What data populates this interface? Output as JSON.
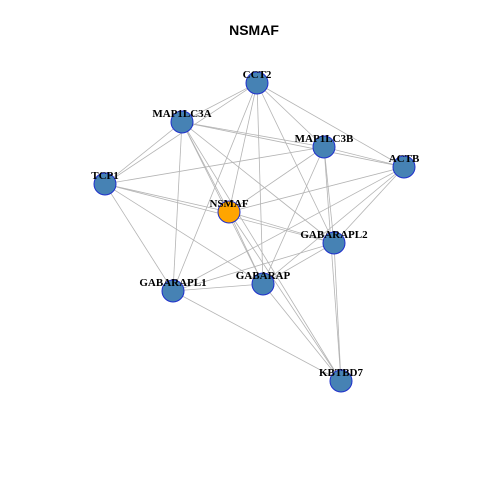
{
  "title": "NSMAF",
  "colors": {
    "center_node": "#FFA500",
    "node": "#4682B4",
    "node_stroke": "#1F2FCC",
    "edge": "#B4B4B4"
  },
  "nodes": [
    {
      "id": "NSMAF",
      "label": "NSMAF",
      "center": true
    },
    {
      "id": "CCT2",
      "label": "CCT2"
    },
    {
      "id": "MAP1LC3A",
      "label": "MAP1LC3A"
    },
    {
      "id": "MAP1LC3B",
      "label": "MAP1LC3B"
    },
    {
      "id": "ACTB",
      "label": "ACTB"
    },
    {
      "id": "TCP1",
      "label": "TCP1"
    },
    {
      "id": "GABARAPL2",
      "label": "GABARAPL2"
    },
    {
      "id": "GABARAPL1",
      "label": "GABARAPL1"
    },
    {
      "id": "GABARAP",
      "label": "GABARAP"
    },
    {
      "id": "KBTBD7",
      "label": "KBTBD7"
    }
  ],
  "edges": [
    [
      "CCT2",
      "MAP1LC3A"
    ],
    [
      "CCT2",
      "MAP1LC3B"
    ],
    [
      "CCT2",
      "ACTB"
    ],
    [
      "CCT2",
      "TCP1"
    ],
    [
      "CCT2",
      "NSMAF"
    ],
    [
      "CCT2",
      "GABARAPL2"
    ],
    [
      "CCT2",
      "GABARAPL1"
    ],
    [
      "CCT2",
      "GABARAP"
    ],
    [
      "MAP1LC3A",
      "MAP1LC3B"
    ],
    [
      "MAP1LC3A",
      "ACTB"
    ],
    [
      "MAP1LC3A",
      "NSMAF"
    ],
    [
      "MAP1LC3A",
      "GABARAPL2"
    ],
    [
      "MAP1LC3A",
      "GABARAPL1"
    ],
    [
      "MAP1LC3A",
      "GABARAP"
    ],
    [
      "MAP1LC3A",
      "KBTBD7"
    ],
    [
      "MAP1LC3A",
      "TCP1"
    ],
    [
      "MAP1LC3B",
      "ACTB"
    ],
    [
      "MAP1LC3B",
      "TCP1"
    ],
    [
      "MAP1LC3B",
      "NSMAF"
    ],
    [
      "MAP1LC3B",
      "GABARAPL2"
    ],
    [
      "MAP1LC3B",
      "GABARAP"
    ],
    [
      "MAP1LC3B",
      "KBTBD7"
    ],
    [
      "ACTB",
      "NSMAF"
    ],
    [
      "ACTB",
      "GABARAPL2"
    ],
    [
      "ACTB",
      "GABARAPL1"
    ],
    [
      "ACTB",
      "GABARAP"
    ],
    [
      "TCP1",
      "NSMAF"
    ],
    [
      "TCP1",
      "GABARAPL2"
    ],
    [
      "TCP1",
      "GABARAPL1"
    ],
    [
      "TCP1",
      "GABARAP"
    ],
    [
      "NSMAF",
      "GABARAPL2"
    ],
    [
      "NSMAF",
      "GABARAP"
    ],
    [
      "NSMAF",
      "KBTBD7"
    ],
    [
      "GABARAPL2",
      "GABARAPL1"
    ],
    [
      "GABARAPL2",
      "GABARAP"
    ],
    [
      "GABARAPL2",
      "KBTBD7"
    ],
    [
      "GABARAPL1",
      "GABARAP"
    ],
    [
      "GABARAPL1",
      "KBTBD7"
    ],
    [
      "GABARAP",
      "KBTBD7"
    ]
  ]
}
